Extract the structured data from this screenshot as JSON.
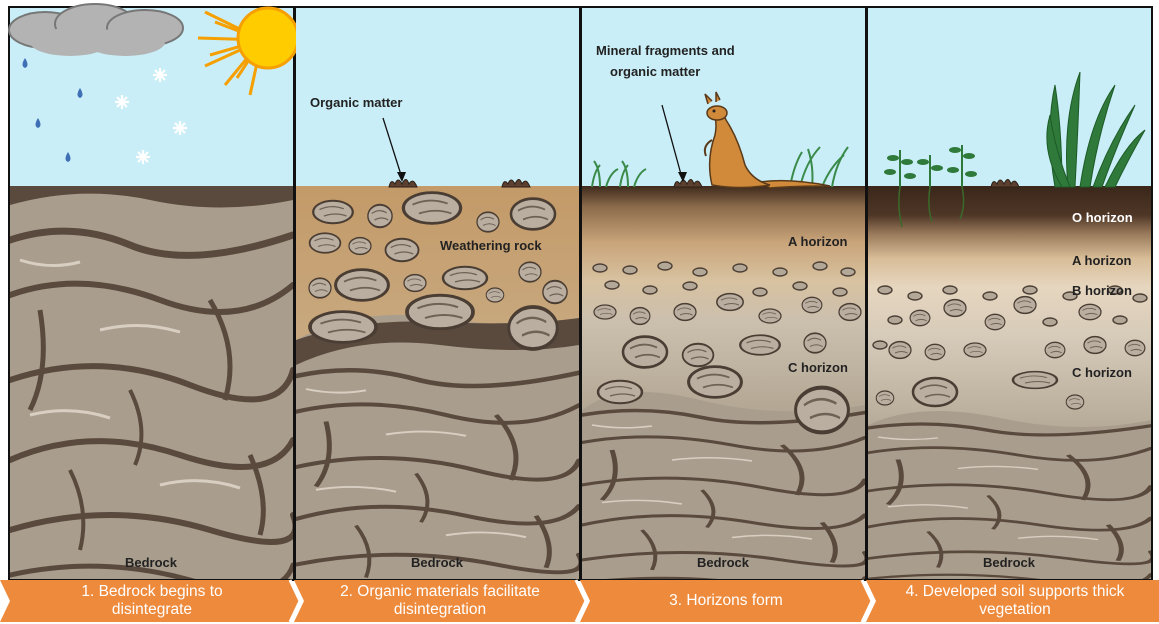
{
  "panels": [
    {
      "labels": {
        "bedrock": "Bedrock"
      },
      "caption": "1. Bedrock begins to disintegrate",
      "caption_lines": [
        "1. Bedrock begins to",
        "disintegrate"
      ]
    },
    {
      "labels": {
        "organic_matter": "Organic matter",
        "weathering_rock": "Weathering rock",
        "bedrock": "Bedrock"
      },
      "caption": "2. Organic materials facilitate disintegration",
      "caption_lines": [
        "2. Organic materials facilitate",
        "disintegration"
      ]
    },
    {
      "labels": {
        "mineral_line1": "Mineral fragments and",
        "mineral_line2": "organic matter",
        "a_horizon": "A horizon",
        "c_horizon": "C horizon",
        "bedrock": "Bedrock"
      },
      "caption": "3. Horizons form",
      "caption_lines": [
        "3. Horizons form"
      ]
    },
    {
      "labels": {
        "o_horizon": "O horizon",
        "a_horizon": "A horizon",
        "b_horizon": "B horizon",
        "c_horizon": "C horizon",
        "bedrock": "Bedrock"
      },
      "caption": "4. Developed soil supports thick vegetation",
      "caption_lines": [
        "4. Developed soil supports thick",
        "vegetation"
      ]
    }
  ],
  "colors": {
    "sky": "#c9eef7",
    "bedrock": "#a99d8d",
    "bedrock_dark": "#5a4a3e",
    "topsoil": "#3e2a1c",
    "mid_soil": "#c19a6b",
    "arrow": "#ee8a3c",
    "sun": "#ffcc00",
    "cloud": "#b3b3b3",
    "raindrop": "#3f6fb5",
    "plant": "#2f7a3a",
    "kangaroo": "#d08a3a"
  }
}
